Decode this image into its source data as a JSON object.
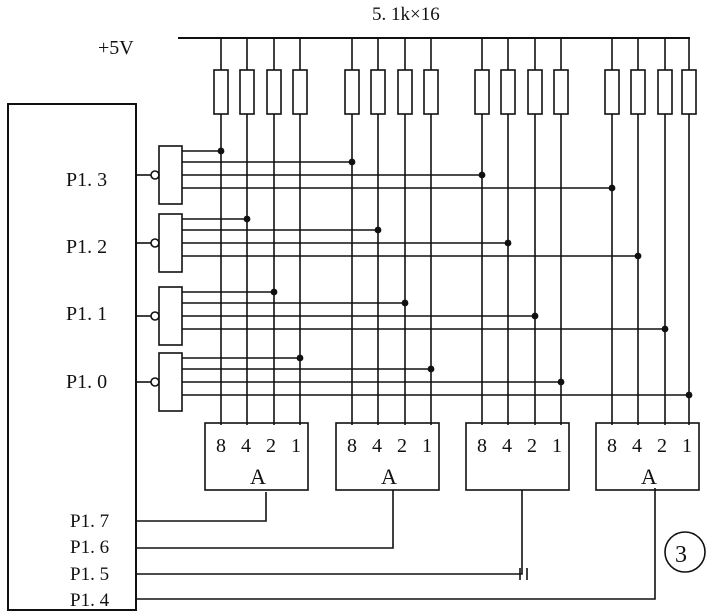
{
  "supply_label": "+5V",
  "resistor_label": "5. 1k×16",
  "ports": {
    "p13": "P1. 3",
    "p12": "P1. 2",
    "p11": "P1. 1",
    "p10": "P1. 0",
    "p17": "P1. 7",
    "p16": "P1. 6",
    "p15": "P1. 5",
    "p14": "P1. 4"
  },
  "switch_pins": [
    "8",
    "4",
    "2",
    "1"
  ],
  "switches": [
    {
      "label": "A"
    },
    {
      "label": "A"
    },
    {
      "label": ""
    },
    {
      "label": "A"
    }
  ],
  "figure_number": "③",
  "colors": {
    "ink": "#111111",
    "background": "#ffffff"
  }
}
